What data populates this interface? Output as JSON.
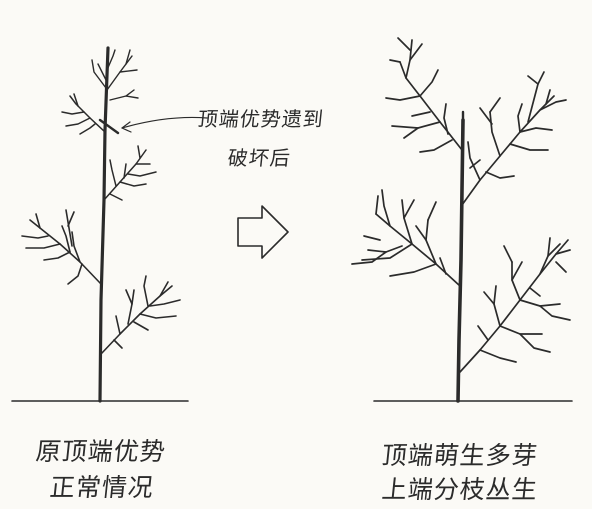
{
  "annotation": {
    "line1": "顶端优势遗到",
    "line2": "破坏后"
  },
  "captions": {
    "left_line1": "原顶端优势",
    "left_line2": "正常情况",
    "right_line1": "顶端萌生多芽",
    "right_line2": "上端分枝丛生"
  },
  "icons": {
    "arrow": "right-arrow-icon"
  },
  "colors": {
    "ink": "#2b2b2b",
    "paper": "#fbfaf6"
  }
}
